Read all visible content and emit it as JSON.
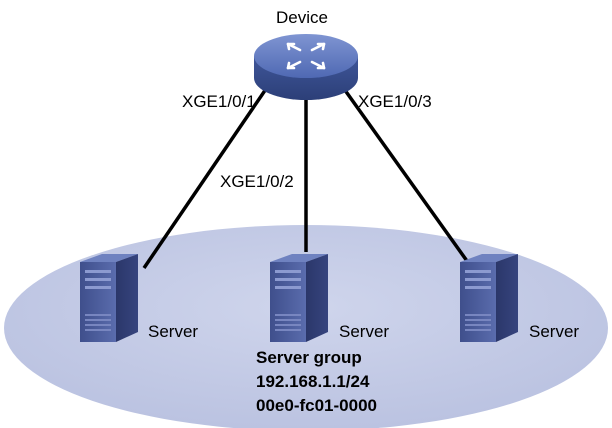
{
  "device": {
    "label": "Device"
  },
  "links": [
    {
      "port": "XGE1/0/1"
    },
    {
      "port": "XGE1/0/2"
    },
    {
      "port": "XGE1/0/3"
    }
  ],
  "servers": [
    {
      "label": "Server"
    },
    {
      "label": "Server"
    },
    {
      "label": "Server"
    }
  ],
  "group": {
    "title": "Server group",
    "ip": "192.168.1.1/24",
    "mac": "00e0-fc01-0000"
  },
  "colors": {
    "group_fill": "#c5cce6",
    "switch_fill": "#4a62a8",
    "server_fill": "#4b5c9a",
    "link": "#000000"
  }
}
